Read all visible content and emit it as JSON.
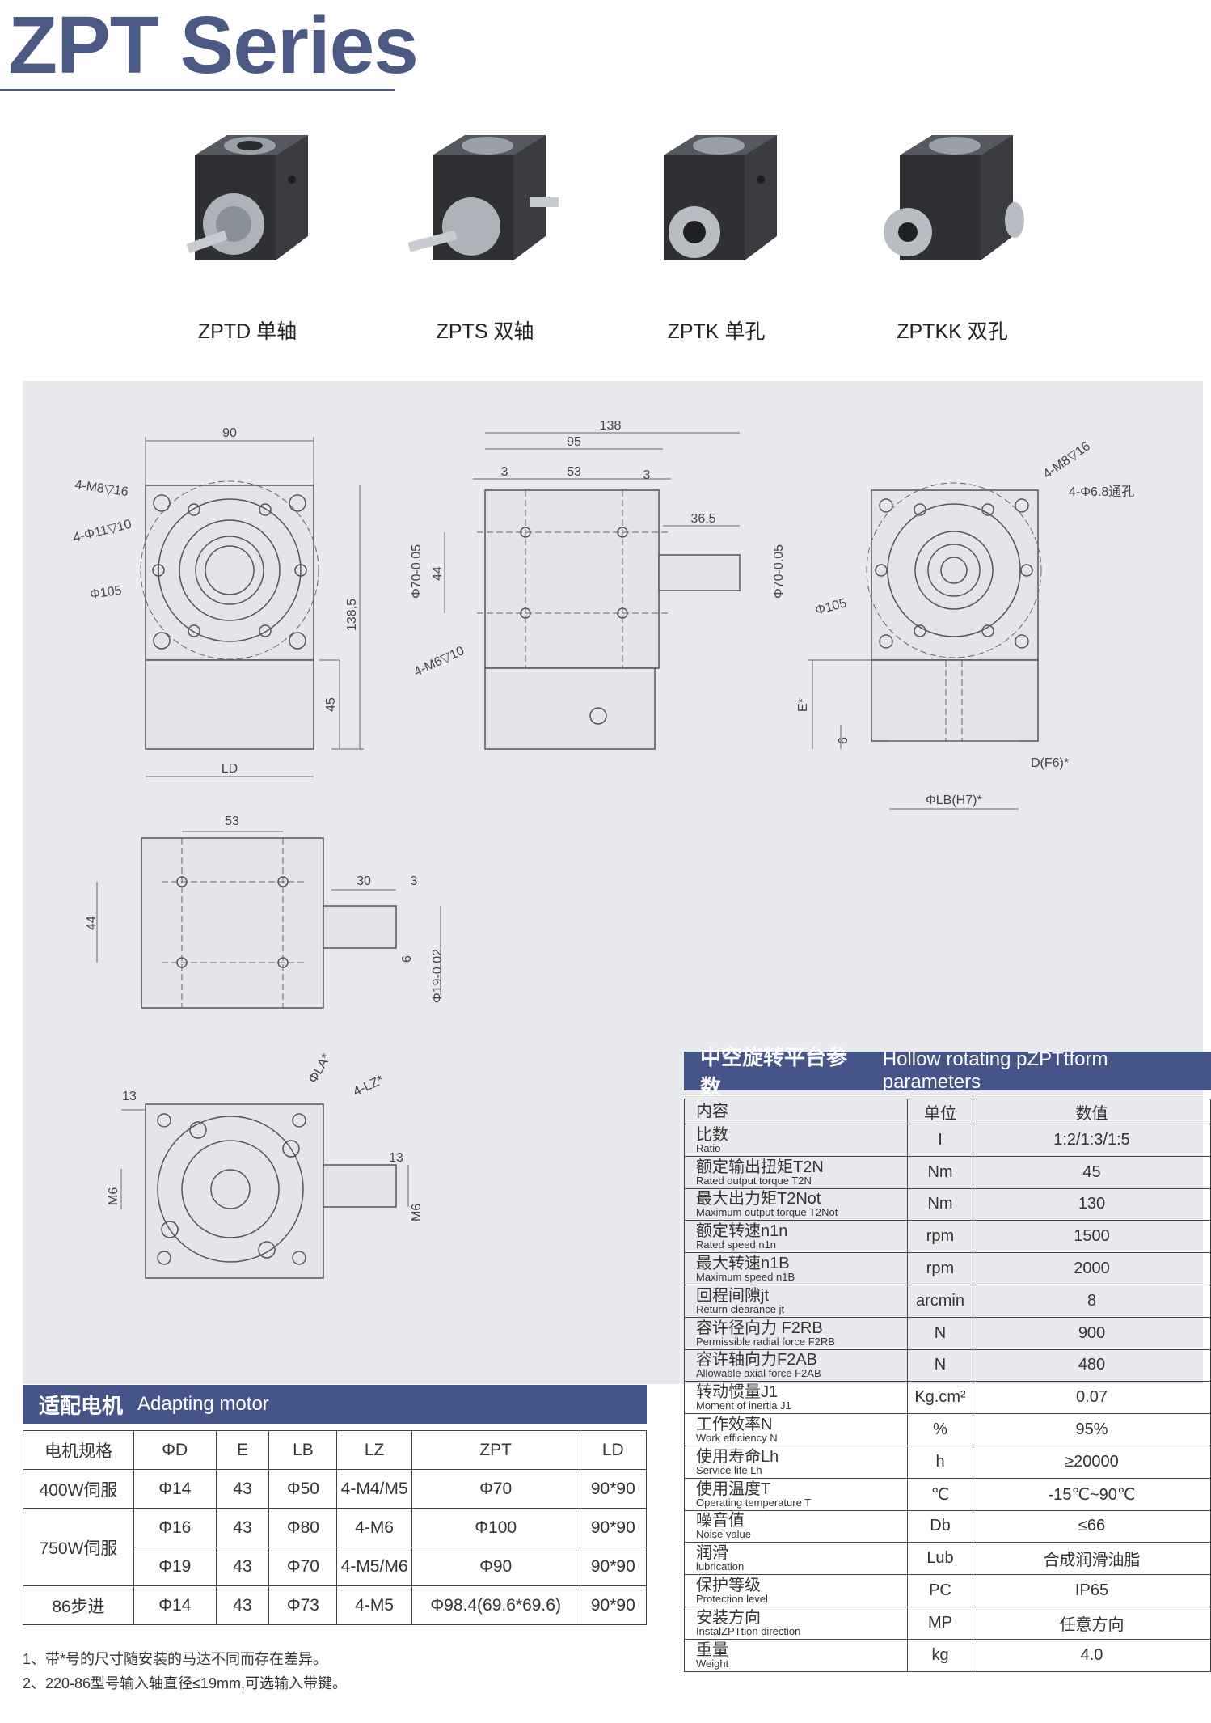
{
  "title": "ZPT Series",
  "products": [
    {
      "label": "ZPTD 单轴"
    },
    {
      "label": "ZPTS 双轴"
    },
    {
      "label": "ZPTK 单孔"
    },
    {
      "label": "ZPTKK 双孔"
    }
  ],
  "drawing_labels": {
    "d90": "90",
    "m8": "4-M8▽16",
    "phi11": "4-Φ11▽10",
    "phi105a": "Φ105",
    "h1385": "138,5",
    "h45": "45",
    "ld": "LD",
    "d138": "138",
    "d95": "95",
    "d53a": "53",
    "d3a": "3",
    "d3b": "3",
    "d365": "36,5",
    "phi70a": "Φ70-0.05",
    "d44a": "44",
    "phi70b": "Φ70-0.05",
    "m6": "4-M6▽10",
    "m8b": "4-M8▽16",
    "phi68": "4-Φ6.8通孔",
    "phi105b": "Φ105",
    "estar": "E*",
    "d6a": "6",
    "df6": "D(F6)*",
    "lbh7": "ΦLB(H7)*",
    "d53b": "53",
    "d30": "30",
    "d3c": "3",
    "d44b": "44",
    "d6b": "6",
    "phi19": "Φ19-0.02",
    "d13a": "13",
    "phila": "ΦLA*",
    "lz": "4-LZ*",
    "m6a": "M6",
    "d13b": "13",
    "m6b": "M6"
  },
  "motor": {
    "band_zh": "适配电机",
    "band_en": "Adapting motor",
    "headers": [
      "电机规格",
      "ΦD",
      "E",
      "LB",
      "LZ",
      "ZPT",
      "LD"
    ],
    "rows": [
      {
        "spec": "400W伺服",
        "d": "Φ14",
        "e": "43",
        "lb": "Φ50",
        "lz": "4-M4/M5",
        "zpt": "Φ70",
        "ld": "90*90"
      },
      {
        "spec": "750W伺服",
        "d": "Φ16",
        "e": "43",
        "lb": "Φ80",
        "lz": "4-M6",
        "zpt": "Φ100",
        "ld": "90*90"
      },
      {
        "spec": "",
        "d": "Φ19",
        "e": "43",
        "lb": "Φ70",
        "lz": "4-M5/M6",
        "zpt": "Φ90",
        "ld": "90*90"
      },
      {
        "spec": "86步进",
        "d": "Φ14",
        "e": "43",
        "lb": "Φ73",
        "lz": "4-M5",
        "zpt": "Φ98.4(69.6*69.6)",
        "ld": "90*90"
      }
    ]
  },
  "params": {
    "band_zh": "中空旋转平台参数",
    "band_en": "Hollow rotating pZPTtform parameters",
    "headers": [
      "内容",
      "单位",
      "数值"
    ],
    "rows": [
      {
        "zh": "比数",
        "en": "Ratio",
        "unit": "I",
        "value": "1:2/1:3/1:5"
      },
      {
        "zh": "额定输出扭矩T2N",
        "en": "Rated output torque T2N",
        "unit": "Nm",
        "value": "45"
      },
      {
        "zh": "最大出力矩T2Not",
        "en": "Maximum output torque T2Not",
        "unit": "Nm",
        "value": "130"
      },
      {
        "zh": "额定转速n1n",
        "en": "Rated speed n1n",
        "unit": "rpm",
        "value": "1500"
      },
      {
        "zh": "最大转速n1B",
        "en": "Maximum speed n1B",
        "unit": "rpm",
        "value": "2000"
      },
      {
        "zh": "回程间隙jt",
        "en": "Return clearance jt",
        "unit": "arcmin",
        "value": "8"
      },
      {
        "zh": "容许径向力 F2RB",
        "en": "Permissible radial force F2RB",
        "unit": "N",
        "value": "900"
      },
      {
        "zh": "容许轴向力F2AB",
        "en": "Allowable axial force F2AB",
        "unit": "N",
        "value": "480"
      },
      {
        "zh": "转动惯量J1",
        "en": "Moment of inertia J1",
        "unit": "Kg.cm²",
        "value": "0.07"
      },
      {
        "zh": "工作效率N",
        "en": "Work efficiency N",
        "unit": "%",
        "value": "95%"
      },
      {
        "zh": "使用寿命Lh",
        "en": "Service life Lh",
        "unit": "h",
        "value": "≥20000"
      },
      {
        "zh": "使用温度T",
        "en": "Operating temperature T",
        "unit": "℃",
        "value": "-15℃~90℃"
      },
      {
        "zh": "噪音值",
        "en": "Noise value",
        "unit": "Db",
        "value": "≤66"
      },
      {
        "zh": "润滑",
        "en": "lubrication",
        "unit": "Lub",
        "value": "合成润滑油脂"
      },
      {
        "zh": "保护等级",
        "en": "Protection level",
        "unit": "PC",
        "value": "IP65"
      },
      {
        "zh": "安装方向",
        "en": "InstalZPTtion direction",
        "unit": "MP",
        "value": "任意方向"
      },
      {
        "zh": "重量",
        "en": "Weight",
        "unit": "kg",
        "value": "4.0"
      }
    ]
  },
  "notes": [
    "1、带*号的尺寸随安装的马达不同而存在差异。",
    "2、220-86型号输入轴直径≤19mm,可选输入带键。"
  ]
}
